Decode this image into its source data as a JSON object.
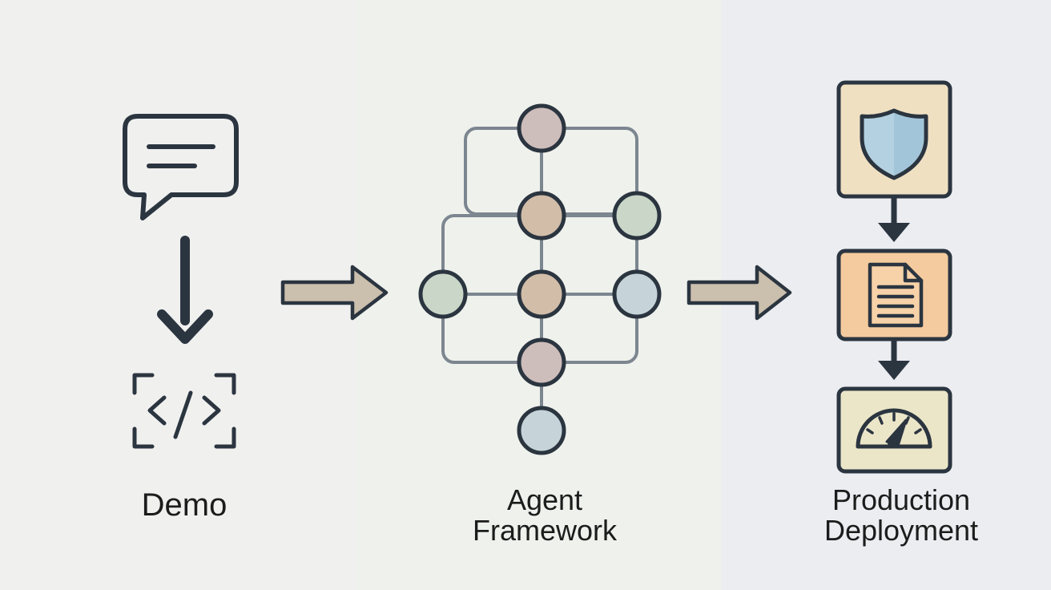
{
  "stages": [
    {
      "name": "demo",
      "label_lines": [
        "Demo"
      ]
    },
    {
      "name": "agent-framework",
      "label_lines": [
        "Agent",
        "Framework"
      ]
    },
    {
      "name": "production-deployment",
      "label_lines": [
        "Production",
        "Deployment"
      ]
    }
  ],
  "icons": {
    "demo": [
      "chat-bubble-icon",
      "arrow-down-icon",
      "code-icon"
    ],
    "production": [
      "shield-icon",
      "document-icon",
      "gauge-icon"
    ]
  },
  "colors": {
    "outline": "#2b3540",
    "graph_edge": "#7c8690",
    "arrow_fill": "#cbbfad",
    "node_mauve": "#cdbdbb",
    "node_tan": "#d1bda8",
    "node_green": "#c9d6c8",
    "node_blue": "#c6d4d9",
    "shield_box": "#f0e0c2",
    "doc_box": "#f4cb9e",
    "gauge_box": "#ebe6c8",
    "shield_fill": "#b3d1e1"
  }
}
